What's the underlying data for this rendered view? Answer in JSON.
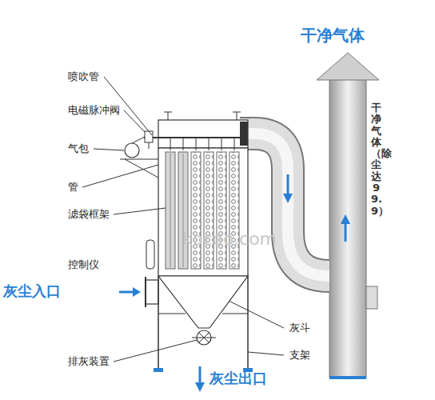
{
  "diagram": {
    "labels": [
      "喷吹管",
      "电磁脉冲阀",
      "气包",
      "管",
      "滤袋框架",
      "控制仪",
      "灰尘入口",
      "排灰装置",
      "灰斗",
      "支架",
      "灰尘出口",
      "干净气体",
      "干净气体（除尘达99.9）",
      "kocoo.com"
    ]
  }
}
